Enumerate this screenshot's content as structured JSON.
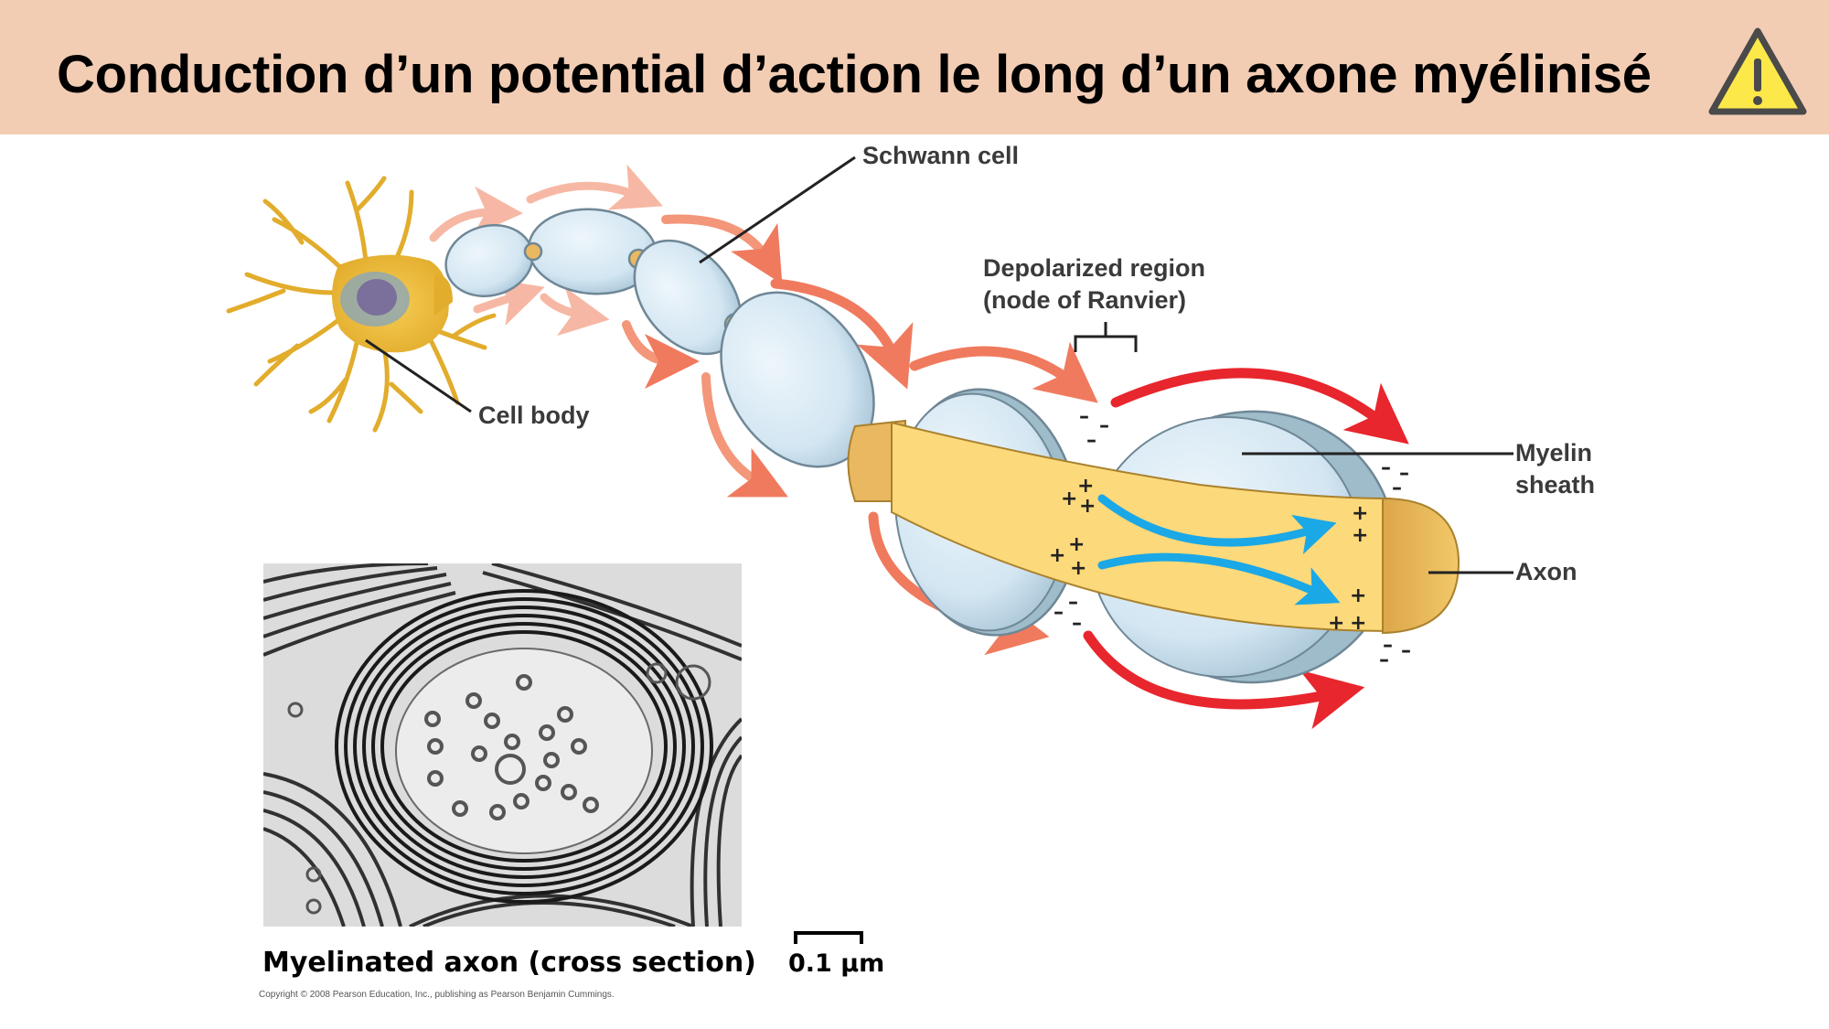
{
  "header": {
    "title": "Conduction d’un potential d’action le long d’un axone myélinisé",
    "background_color": "#f2cdb4",
    "icon": "warning-icon"
  },
  "diagram": {
    "labels": {
      "schwann_cell": "Schwann cell",
      "depolarized_region_line1": "Depolarized region",
      "depolarized_region_line2": "(node of Ranvier)",
      "cell_body": "Cell body",
      "myelin_line1": "Myelin",
      "myelin_line2": "sheath",
      "axon": "Axon"
    },
    "charges": {
      "positive": "+",
      "negative": "–"
    },
    "colors": {
      "axon": "#fcd97a",
      "axon_end": "#e9b860",
      "myelin": "#d6e9f5",
      "myelin_edge": "#7e97a6",
      "current_arrow_faint": "#f6b8a4",
      "current_arrow_mid": "#f07a5e",
      "current_arrow_strong": "#e8262d",
      "ion_flow_arrow": "#1ba8e6",
      "cell_body": "#e9b63a"
    }
  },
  "micrograph": {
    "caption": "Myelinated axon (cross section)",
    "scale_label": "0.1 µm"
  },
  "footer": {
    "copyright": "Copyright © 2008 Pearson Education, Inc., publishing as Pearson Benjamin Cummings."
  }
}
